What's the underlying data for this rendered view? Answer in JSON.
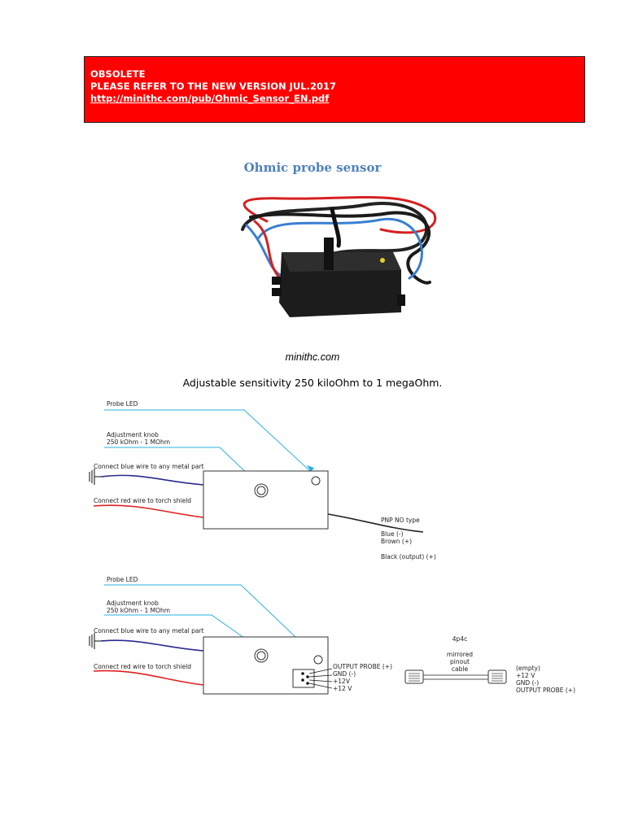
{
  "banner": {
    "line1": "OBSOLETE",
    "line2": "PLEASE REFER TO THE NEW VERSION JUL.2017",
    "link": "http://minithc.com/pub/Ohmic_Sensor_EN.pdf",
    "color": "#ff0000"
  },
  "title": "Ohmic probe sensor",
  "caption": "minithc.com",
  "subtitle": "Adjustable sensitivity 250 kiloOhm to 1 megaOhm.",
  "diagram1": {
    "probe_led": "Probe LED",
    "knob_line1": "Adjustment knob",
    "knob_line2": "250 kOhm - 1 MOhm",
    "blue_wire": "Connect blue wire to any metal part",
    "red_wire": "Connect red wire to torch shield",
    "pnp": "PNP NO type",
    "blue_neg": "Blue (-)",
    "brown_pos": "Brown (+)",
    "black_out": "Black (output) (+)"
  },
  "diagram2": {
    "probe_led": "Probe LED",
    "knob_line1": "Adjustment knob",
    "knob_line2": "250 kOhm - 1 MOhm",
    "blue_wire": "Connect blue wire to any metal part",
    "red_wire": "Connect red wire to torch shield",
    "pin1": "OUTPUT PROBE (+)",
    "pin2": "GND (-)",
    "pin3": "+12V",
    "pin4": "+12 V",
    "cable_line1": "4p4c",
    "cable_line2": "mirrored",
    "cable_line3": "pinout",
    "cable_line4": "cable",
    "end1": "(empty)",
    "end2": "+12 V",
    "end3": "GND (-)",
    "end4": "OUTPUT PROBE (+)"
  }
}
